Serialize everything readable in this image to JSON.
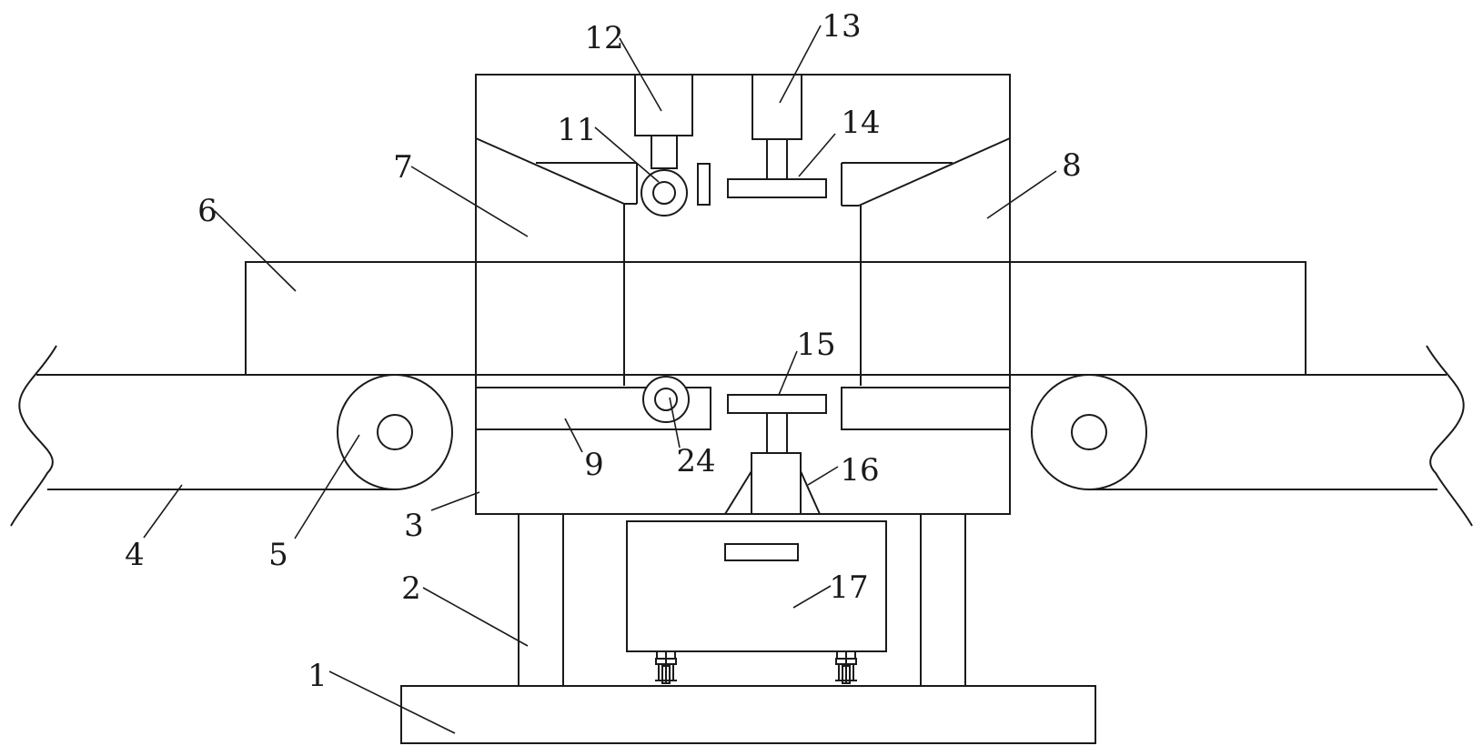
{
  "labels": {
    "n1": "1",
    "n2": "2",
    "n3": "3",
    "n4": "4",
    "n5": "5",
    "n6": "6",
    "n7": "7",
    "n8": "8",
    "n9": "9",
    "n11": "11",
    "n12": "12",
    "n13": "13",
    "n14": "14",
    "n15": "15",
    "n16": "16",
    "n17": "17",
    "n24": "24"
  }
}
